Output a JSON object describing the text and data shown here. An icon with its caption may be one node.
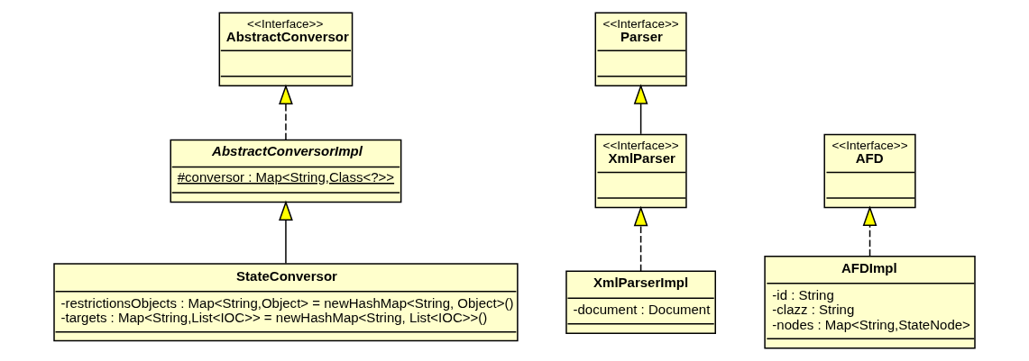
{
  "diagram": {
    "nodes": [
      {
        "text": [
          "<<Interface>>",
          "AbstractConversor"
        ]
      },
      {
        "text": [
          "AbstractConversorImpl",
          "#conversor : Map<String,Class<?>>"
        ]
      },
      {
        "text": [
          "StateConversor",
          "-restrictionsObjects : Map<String,Object> = newHashMap<String, Object>()",
          "-targets : Map<String,List<IOC>> = newHashMap<String, List<IOC>>()"
        ]
      },
      {
        "text": [
          "<<Interface>>",
          "Parser"
        ]
      },
      {
        "text": [
          "<<Interface>>",
          "XmlParser"
        ]
      },
      {
        "text": [
          "XmlParserImpl",
          "-document : Document"
        ]
      },
      {
        "text": [
          "<<Interface>>",
          "AFD"
        ]
      },
      {
        "text": [
          "AFDImpl",
          "-id : String",
          "-clazz : String",
          "-nodes : Map<String,StateNode>"
        ]
      }
    ],
    "edges": [
      {
        "from": 1,
        "to": 0,
        "arrow": "to",
        "style": "dashed"
      },
      {
        "from": 2,
        "to": 1,
        "arrow": "to"
      },
      {
        "from": 4,
        "to": 3,
        "arrow": "to"
      },
      {
        "from": 5,
        "to": 4,
        "arrow": "to",
        "style": "dashed"
      },
      {
        "from": 7,
        "to": 6,
        "arrow": "to",
        "style": "dashed"
      }
    ]
  }
}
